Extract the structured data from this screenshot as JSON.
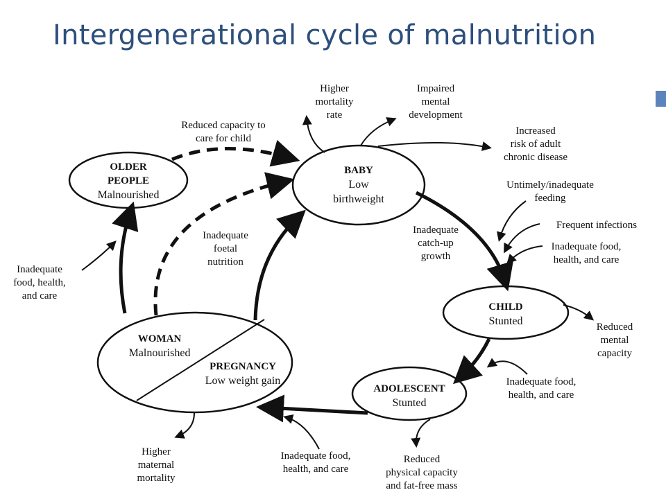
{
  "title": "Intergenerational cycle of malnutrition",
  "colors": {
    "title": "#2d4f7c",
    "accent": "#5b83bd",
    "ink": "#111111"
  },
  "nodes": {
    "baby": {
      "head": "BABY",
      "sub1": "Low",
      "sub2": "birthweight"
    },
    "child": {
      "head": "CHILD",
      "sub": "Stunted"
    },
    "adolescent": {
      "head": "ADOLESCENT",
      "sub": "Stunted"
    },
    "woman": {
      "head": "WOMAN",
      "sub": "Malnourished"
    },
    "pregnancy": {
      "head": "PREGNANCY",
      "sub": "Low weight gain"
    },
    "older": {
      "head1": "OLDER",
      "head2": "PEOPLE",
      "sub": "Malnourished"
    }
  },
  "labels": {
    "higher_mortality": [
      "Higher",
      "mortality",
      "rate"
    ],
    "impaired_mental": [
      "Impaired",
      "mental",
      "development"
    ],
    "increased_risk": [
      "Increased",
      "risk of adult",
      "chronic disease"
    ],
    "reduced_capacity_care": [
      "Reduced capacity to",
      "care for child"
    ],
    "untimely_feeding": [
      "Untimely/inadequate",
      "feeding"
    ],
    "frequent_infections": [
      "Frequent infections"
    ],
    "inadequate_food_child": [
      "Inadequate food,",
      "health, and care"
    ],
    "inadequate_catchup": [
      "Inadequate",
      "catch-up",
      "growth"
    ],
    "inadequate_foetal": [
      "Inadequate",
      "foetal",
      "nutrition"
    ],
    "inadequate_food_older": [
      "Inadequate",
      "food, health,",
      "and care"
    ],
    "reduced_mental_capacity": [
      "Reduced",
      "mental",
      "capacity"
    ],
    "inadequate_food_adolescent": [
      "Inadequate food,",
      "health, and care"
    ],
    "higher_maternal_mortality": [
      "Higher",
      "maternal",
      "mortality"
    ],
    "inadequate_food_pregnancy": [
      "Inadequate food,",
      "health, and care"
    ],
    "reduced_physical": [
      "Reduced",
      "physical capacity",
      "and fat-free mass"
    ]
  }
}
